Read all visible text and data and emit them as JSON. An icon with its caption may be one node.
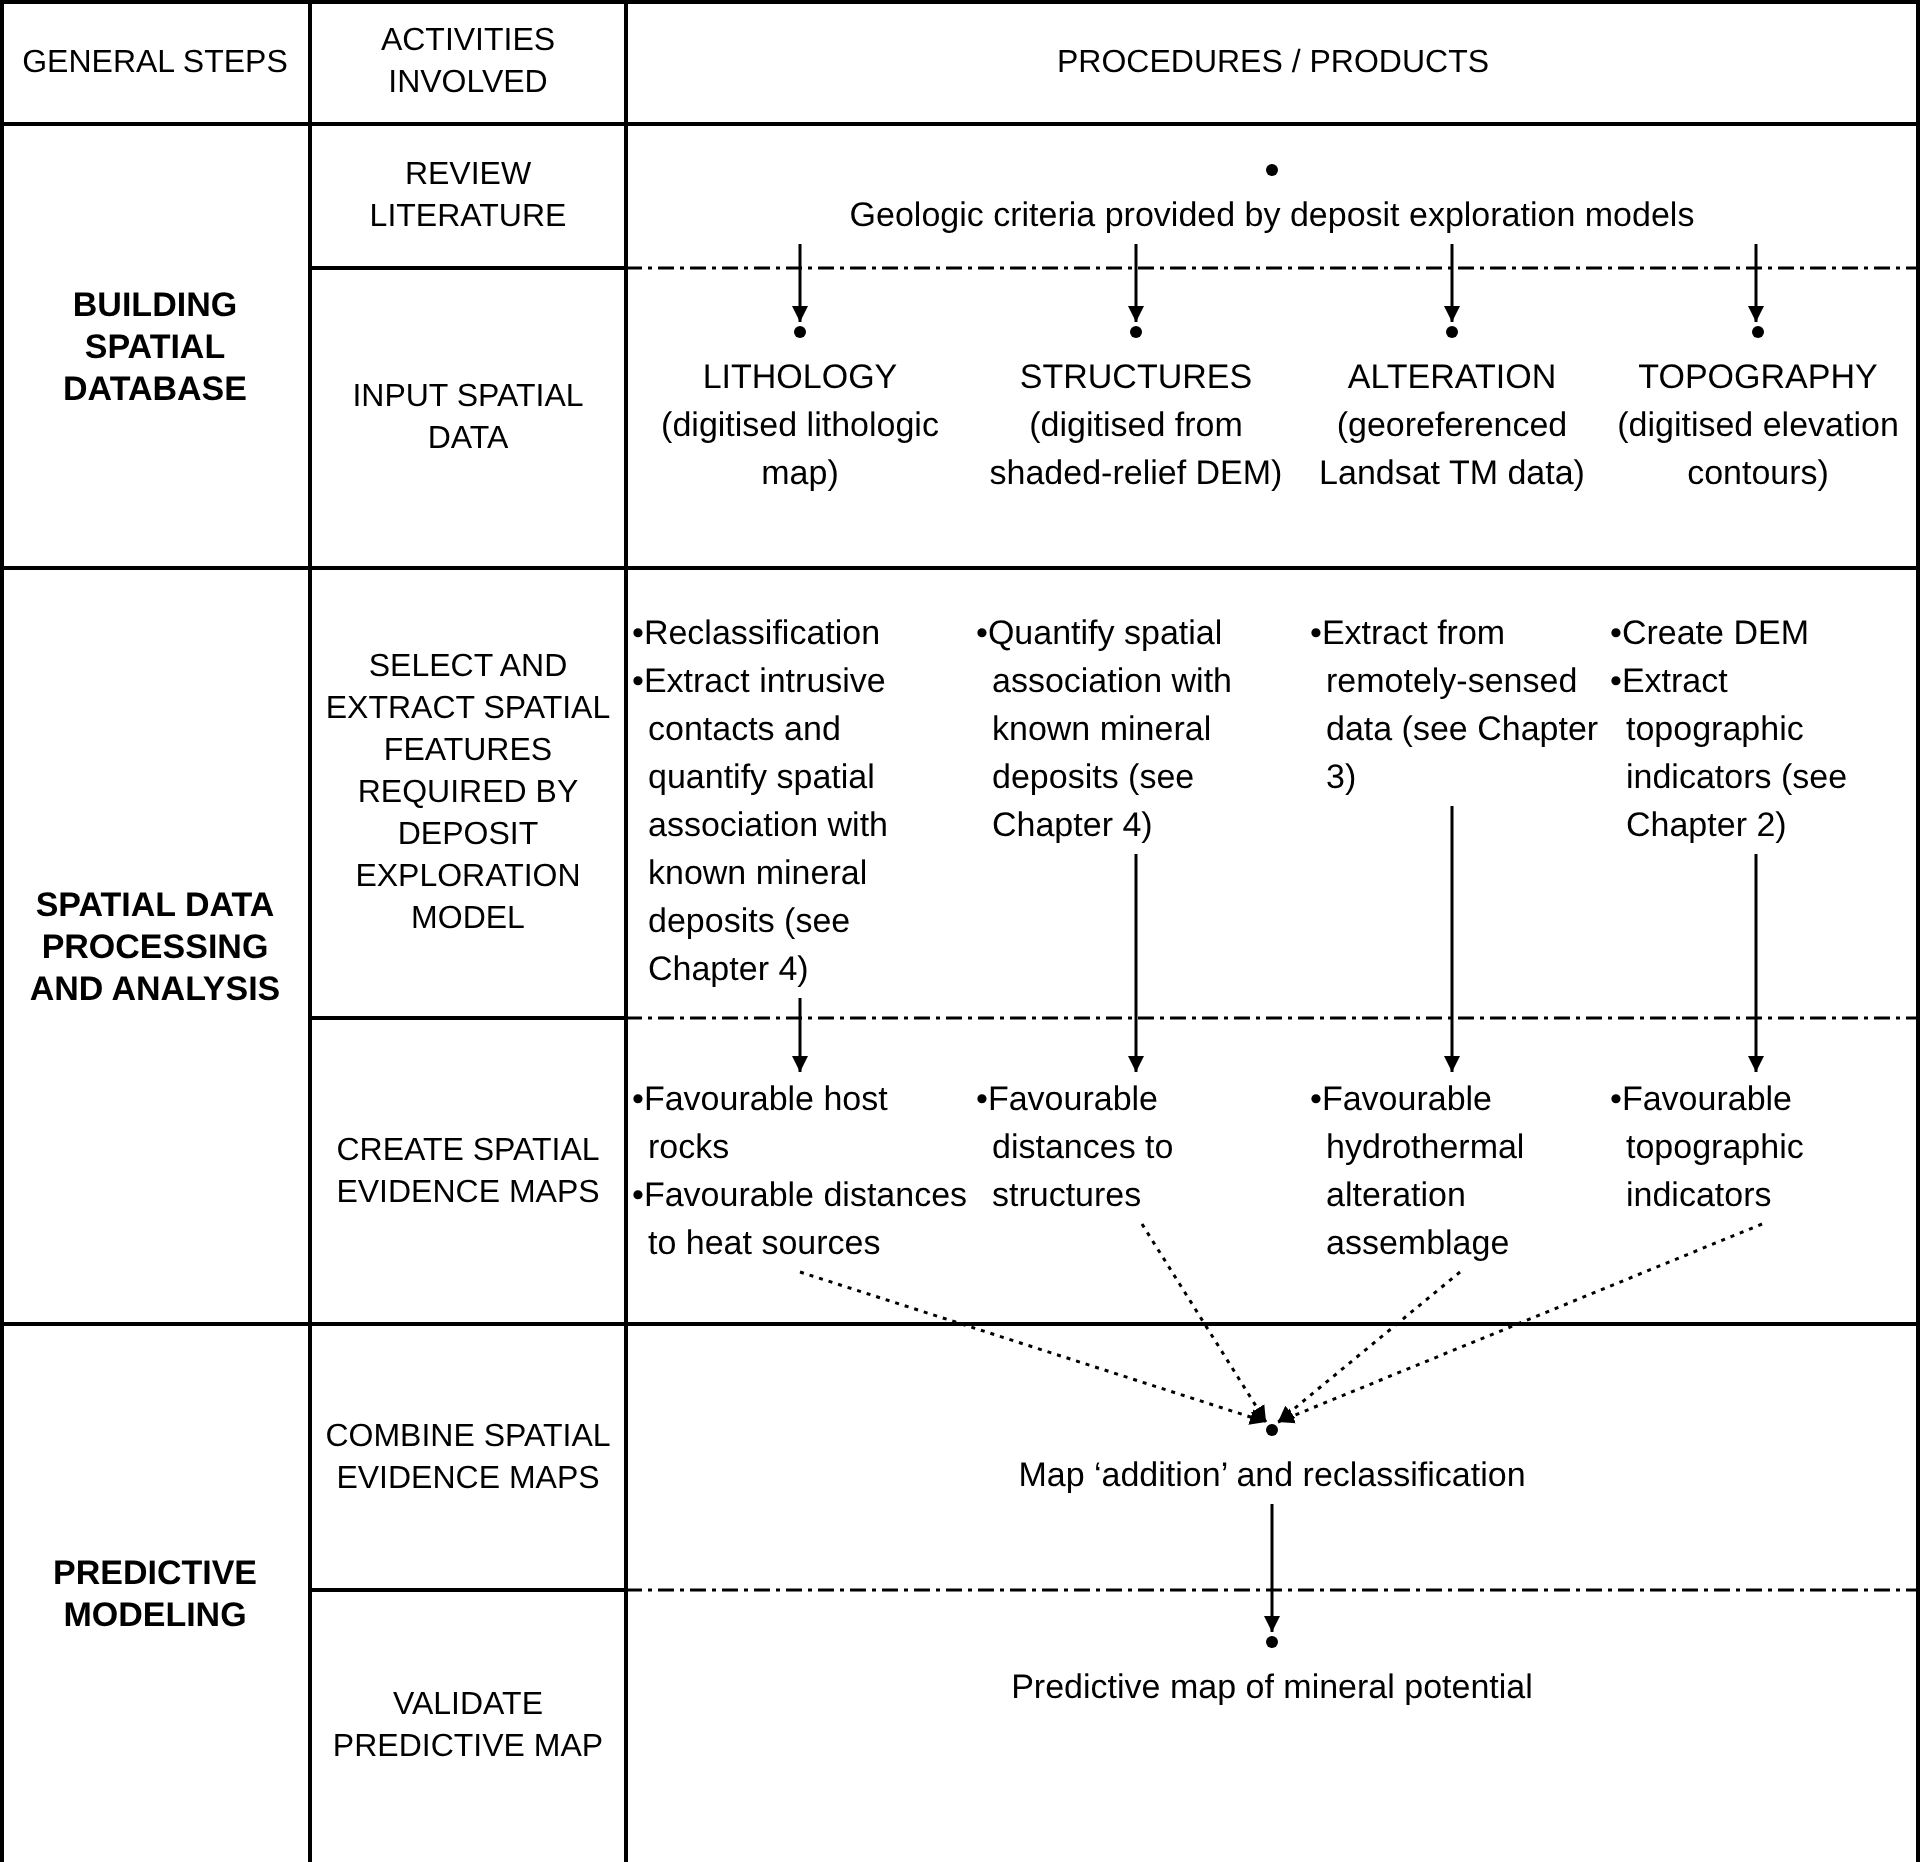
{
  "diagram": {
    "nodes": [
      {
        "text": [
          "Geologic criteria provided by deposit exploration models"
        ]
      },
      {
        "text": [
          "LITHOLOGY",
          "(digitised lithologic map)"
        ]
      },
      {
        "text": [
          "STRUCTURES",
          "(digitised from shaded-relief DEM)"
        ]
      },
      {
        "text": [
          "ALTERATION",
          "(georeferenced Landsat TM data)"
        ]
      },
      {
        "text": [
          "TOPOGRAPHY",
          "(digitised elevation contours)"
        ]
      },
      {
        "text": [
          "•Reclassification",
          "•Extract intrusive contacts and quantify spatial association with known mineral deposits (see Chapter 4)"
        ]
      },
      {
        "text": [
          "•Quantify spatial association with known mineral deposits (see Chapter 4)"
        ]
      },
      {
        "text": [
          "•Extract from remotely-sensed data (see Chapter 3)"
        ]
      },
      {
        "text": [
          "•Create DEM",
          "•Extract topographic indicators (see Chapter 2)"
        ]
      },
      {
        "text": [
          "•Favourable host rocks",
          "•Favourable distances to heat sources"
        ]
      },
      {
        "text": [
          "•Favourable distances to structures"
        ]
      },
      {
        "text": [
          "•Favourable hydrothermal alteration assemblage"
        ]
      },
      {
        "text": [
          "•Favourable topographic indicators"
        ]
      },
      {
        "text": [
          "Map ‘addition’ and reclassification"
        ]
      },
      {
        "text": [
          "Predictive map of mineral potential"
        ]
      }
    ],
    "edges": [
      {
        "from": 0,
        "to": 1,
        "arrow": "to"
      },
      {
        "from": 0,
        "to": 2,
        "arrow": "to"
      },
      {
        "from": 0,
        "to": 3,
        "arrow": "to"
      },
      {
        "from": 0,
        "to": 4,
        "arrow": "to"
      },
      {
        "from": 5,
        "to": 9,
        "arrow": "to"
      },
      {
        "from": 6,
        "to": 10,
        "arrow": "to"
      },
      {
        "from": 7,
        "to": 11,
        "arrow": "to"
      },
      {
        "from": 8,
        "to": 12,
        "arrow": "to"
      },
      {
        "from": 9,
        "to": 13,
        "arrow": "to",
        "style": "dashed"
      },
      {
        "from": 10,
        "to": 13,
        "arrow": "to",
        "style": "dashed"
      },
      {
        "from": 11,
        "to": 13,
        "arrow": "to",
        "style": "dashed"
      },
      {
        "from": 12,
        "to": 13,
        "arrow": "to",
        "style": "dashed"
      },
      {
        "from": 13,
        "to": 14,
        "arrow": "to"
      }
    ],
    "labels": [
      "GENERAL STEPS",
      "ACTIVITIES INVOLVED",
      "PROCEDURES / PRODUCTS",
      "BUILDING SPATIAL DATABASE",
      "REVIEW LITERATURE",
      "INPUT SPATIAL DATA",
      "SPATIAL DATA PROCESSING AND ANALYSIS",
      "SELECT AND EXTRACT SPATIAL FEATURES REQUIRED BY DEPOSIT EXPLORATION MODEL",
      "CREATE SPATIAL EVIDENCE MAPS",
      "PREDICTIVE MODELING",
      "COMBINE SPATIAL EVIDENCE MAPS",
      "VALIDATE PREDICTIVE MAP"
    ]
  }
}
